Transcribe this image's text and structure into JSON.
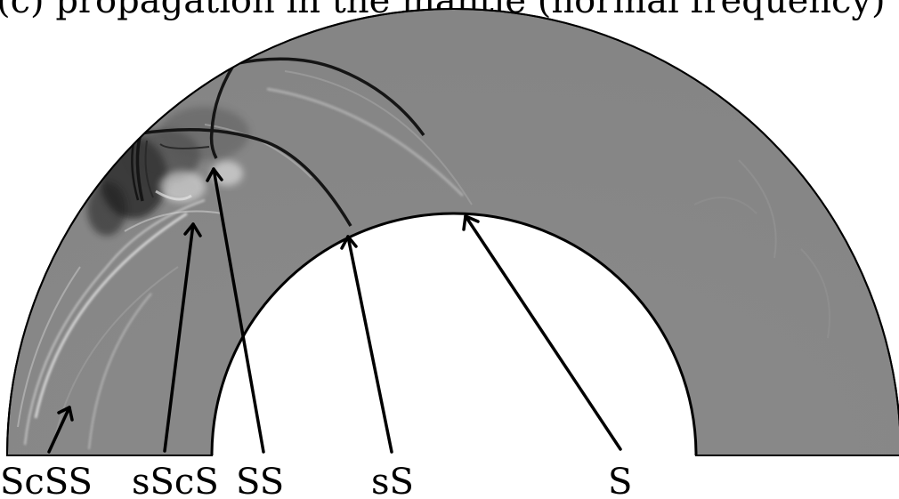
{
  "figure": {
    "title_fragment": "(c)                    propagation in the mantle (normal frequency)",
    "colors": {
      "background": "#ffffff",
      "mantle": "#878787",
      "outline": "#000000",
      "wavefront_dark": "#111111",
      "wavefront_light": "#e6e6e6"
    }
  },
  "labels": [
    {
      "id": "ScSS",
      "text": "ScSS"
    },
    {
      "id": "sScS",
      "text": "sScS"
    },
    {
      "id": "SS",
      "text": "SS"
    },
    {
      "id": "sS",
      "text": "sS"
    },
    {
      "id": "S",
      "text": "S"
    }
  ]
}
